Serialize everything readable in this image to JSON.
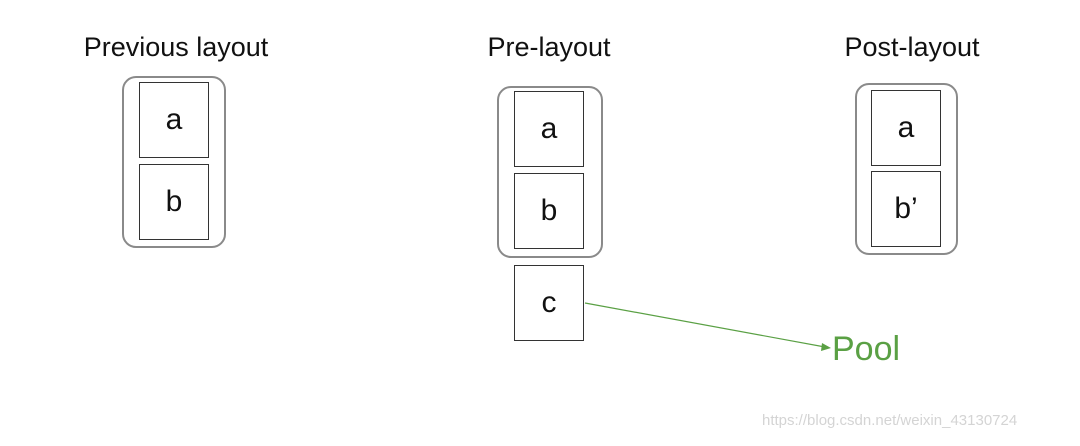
{
  "columns": {
    "previous": {
      "title": "Previous layout",
      "items": [
        "a",
        "b"
      ]
    },
    "pre": {
      "title": "Pre-layout",
      "items": [
        "a",
        "b"
      ],
      "extra_item": "c"
    },
    "post": {
      "title": "Post-layout",
      "items": [
        "a",
        "b’"
      ]
    }
  },
  "pool": {
    "label": "Pool",
    "color": "#5aa044"
  },
  "watermark": "https://blog.csdn.net/weixin_43130724"
}
